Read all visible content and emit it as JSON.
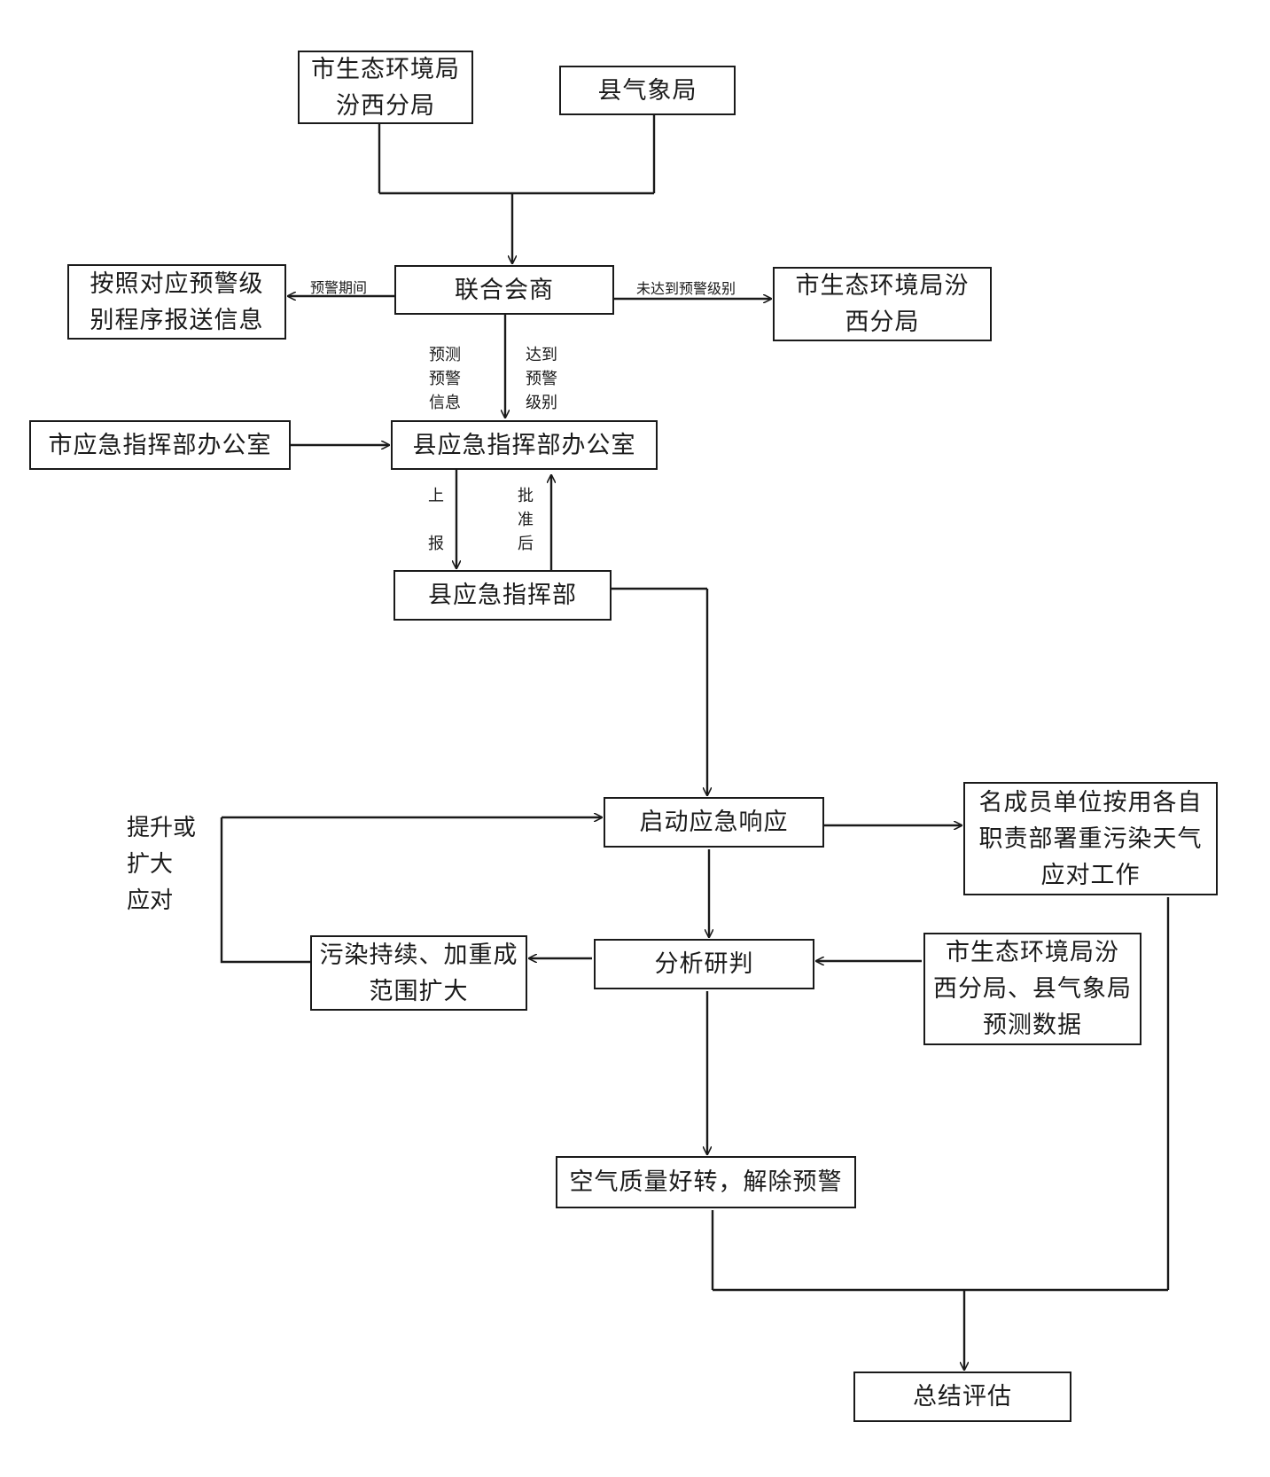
{
  "nodes": {
    "city_env": [
      "市生态环境局",
      "汾西分局"
    ],
    "county_met": [
      "县气象局"
    ],
    "joint_consult": [
      "联合会商"
    ],
    "report_info": [
      "按照对应预警级",
      "别程序报送信息"
    ],
    "city_env_right": [
      "市生态环境局汾",
      "西分局"
    ],
    "city_emergency_office": [
      "市应急指挥部办公室"
    ],
    "county_emergency_office": [
      "县应急指挥部办公室"
    ],
    "county_emergency_hq": [
      "县应急指挥部"
    ],
    "start_response": [
      "启动应急响应"
    ],
    "member_units": [
      "名成员单位按用各自",
      "职责部署重污染天气",
      "应对工作"
    ],
    "analysis": [
      "分析研判"
    ],
    "pollution_continues": [
      "污染持续、加重成",
      "范围扩大"
    ],
    "forecast_data": [
      "市生态环境局汾",
      "西分局、县气象局",
      "预测数据"
    ],
    "air_improves": [
      "空气质量好转，解除预警"
    ],
    "summary": [
      "总结评估"
    ]
  },
  "labels": {
    "warning_period": "预警期间",
    "not_reach_level": "未达到预警级别",
    "forecast_warning_info": "预测\n预警\n信息",
    "reach_warning_level": "达到\n预警\n级别",
    "report_up": "上\n\n报",
    "after_approval": "批\n准\n后",
    "escalate": "提升或\n扩大\n应对"
  }
}
